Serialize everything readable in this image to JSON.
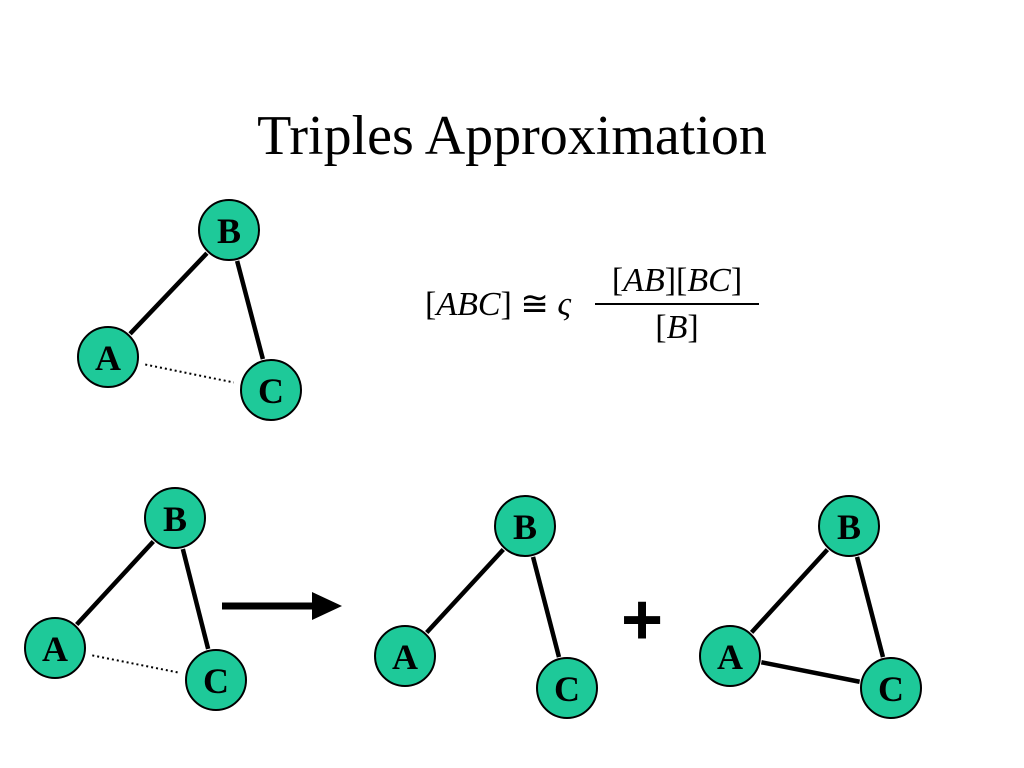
{
  "title": "Triples Approximation",
  "colors": {
    "node_fill": "#1ec999",
    "node_stroke": "#000000",
    "edge": "#000000"
  },
  "formula": {
    "lhs_open": "[",
    "lhs_vars": "ABC",
    "lhs_close": "]",
    "approx_symbol": "≅",
    "constant": "ς",
    "numerator_open1": "[",
    "numerator_vars1": "AB",
    "numerator_mid": "][",
    "numerator_vars2": "BC",
    "numerator_close": "]",
    "denominator_open": "[",
    "denominator_vars": "B",
    "denominator_close": "]"
  },
  "plus_sign": "+",
  "arrow_icon": "right-arrow-icon",
  "graphs": [
    {
      "id": "top",
      "nodes": {
        "A": "A",
        "B": "B",
        "C": "C"
      },
      "edges": [
        {
          "from": "A",
          "to": "B",
          "style": "solid"
        },
        {
          "from": "B",
          "to": "C",
          "style": "solid"
        },
        {
          "from": "A",
          "to": "C",
          "style": "dotted"
        }
      ]
    },
    {
      "id": "bottom-left",
      "nodes": {
        "A": "A",
        "B": "B",
        "C": "C"
      },
      "edges": [
        {
          "from": "A",
          "to": "B",
          "style": "solid"
        },
        {
          "from": "B",
          "to": "C",
          "style": "solid"
        },
        {
          "from": "A",
          "to": "C",
          "style": "dotted"
        }
      ]
    },
    {
      "id": "bottom-middle",
      "nodes": {
        "A": "A",
        "B": "B",
        "C": "C"
      },
      "edges": [
        {
          "from": "A",
          "to": "B",
          "style": "solid"
        },
        {
          "from": "B",
          "to": "C",
          "style": "solid"
        }
      ]
    },
    {
      "id": "bottom-right",
      "nodes": {
        "A": "A",
        "B": "B",
        "C": "C"
      },
      "edges": [
        {
          "from": "A",
          "to": "B",
          "style": "solid"
        },
        {
          "from": "B",
          "to": "C",
          "style": "solid"
        },
        {
          "from": "A",
          "to": "C",
          "style": "solid"
        }
      ]
    }
  ]
}
